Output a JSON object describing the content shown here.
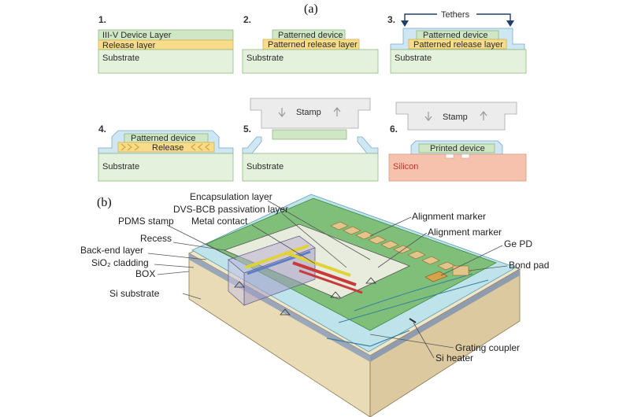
{
  "panel_a": {
    "label": "(a)",
    "steps": [
      {
        "num": "1.",
        "layers": [
          "III-V Device Layer",
          "Release layer",
          "Substrate"
        ]
      },
      {
        "num": "2.",
        "layers": [
          "Patterned device",
          "Patterned release layer",
          "Substrate"
        ]
      },
      {
        "num": "3.",
        "tethers": "Tethers",
        "layers": [
          "Patterned device",
          "Patterned release layer",
          "Substrate"
        ]
      },
      {
        "num": "4.",
        "layers": [
          "Patterned device",
          "Release",
          "Substrate"
        ]
      },
      {
        "num": "5.",
        "stamp": "Stamp",
        "layers": [
          "Substrate"
        ]
      },
      {
        "num": "6.",
        "stamp": "Stamp",
        "layers": [
          "Printed device",
          "Silicon"
        ]
      }
    ]
  },
  "panel_b": {
    "label": "(b)",
    "annotations": {
      "encapsulation": "Encapsulation layer",
      "dvs_bcb": "DVS-BCB passivation layer",
      "metal_contact": "Metal contact",
      "pdms_stamp": "PDMS stamp",
      "recess": "Recess",
      "back_end": "Back-end layer",
      "sio2": "SiO₂  cladding",
      "box": "BOX",
      "si_substrate": "Si substrate",
      "align1": "Alignment marker",
      "align2": "Alignment marker",
      "ge_pd": "Ge PD",
      "bond_pad": "Bond pad",
      "grating": "Grating coupler",
      "heater": "Si heater"
    }
  },
  "colors": {
    "device_green": "#cfe7c4",
    "substrate_green": "#e4f1dc",
    "release_yellow": "#f8dc8a",
    "tether_blue": "#cfe6f3",
    "stamp_grey": "#ececec",
    "silicon_red": "#f6c2ad"
  }
}
